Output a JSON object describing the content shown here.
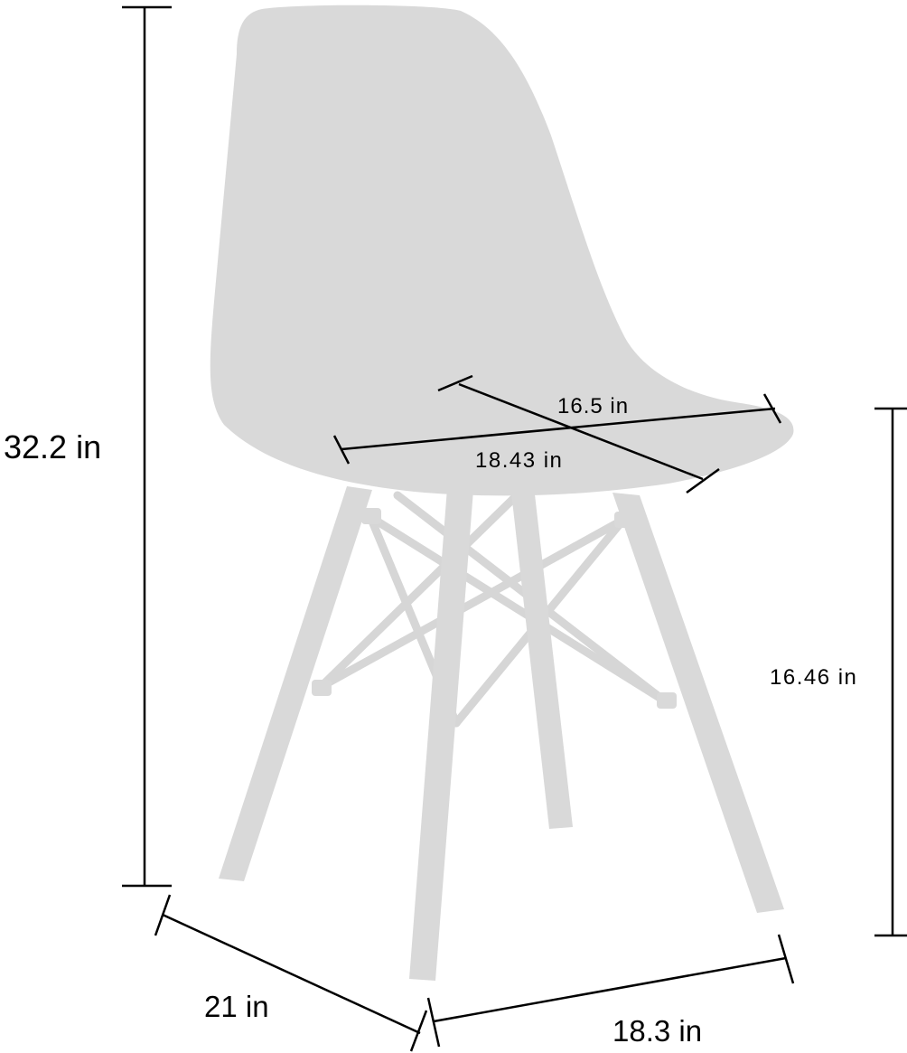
{
  "colors": {
    "chair": "#d9d9d9",
    "dimension_lines": "#000000",
    "background": "#ffffff"
  },
  "dimensions": {
    "height_total": "32.2 in",
    "seat_depth": "16.5 in",
    "seat_width": "18.43 in",
    "seat_height": "16.46 in",
    "base_depth": "21 in",
    "base_width": "18.3 in"
  }
}
